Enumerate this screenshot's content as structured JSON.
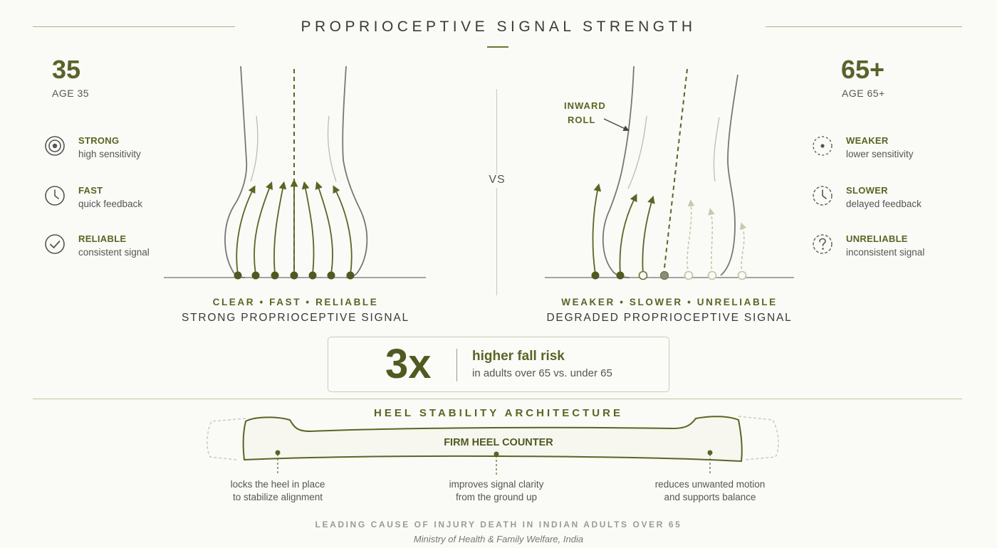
{
  "title": "PROPRIOCEPTIVE SIGNAL STRENGTH",
  "left": {
    "age": "35",
    "age_label": "AGE 35",
    "features": [
      {
        "title": "STRONG",
        "subtitle": "high sensitivity",
        "icon": "target-icon"
      },
      {
        "title": "FAST",
        "subtitle": "quick feedback",
        "icon": "clock-icon"
      },
      {
        "title": "RELIABLE",
        "subtitle": "consistent signal",
        "icon": "check-circle-icon"
      }
    ],
    "tags": "CLEAR • FAST • RELIABLE",
    "caption": "STRONG PROPRIOCEPTIVE SIGNAL"
  },
  "vs": "VS",
  "right": {
    "age": "65+",
    "age_label": "AGE 65+",
    "annotation_line1": "INWARD",
    "annotation_line2": "ROLL",
    "features": [
      {
        "title": "WEAKER",
        "subtitle": "lower sensitivity",
        "icon": "dotted-target-icon"
      },
      {
        "title": "SLOWER",
        "subtitle": "delayed feedback",
        "icon": "dotted-clock-icon"
      },
      {
        "title": "UNRELIABLE",
        "subtitle": "inconsistent signal",
        "icon": "question-circle-icon"
      }
    ],
    "tags": "WEAKER • SLOWER • UNRELIABLE",
    "caption": "DEGRADED PROPRIOCEPTIVE SIGNAL"
  },
  "stat": {
    "number": "3x",
    "headline": "higher fall risk",
    "detail": "in adults over 65 vs. under 65"
  },
  "heel": {
    "title": "HEEL STABILITY ARCHITECTURE",
    "counter_label": "FIRM HEEL COUNTER",
    "notes": [
      {
        "line1": "locks the heel in place",
        "line2": "to stabilize alignment"
      },
      {
        "line1": "improves signal clarity",
        "line2": "from the ground up"
      },
      {
        "line1": "reduces unwanted motion",
        "line2": "and supports balance"
      }
    ]
  },
  "footer": {
    "main": "LEADING CAUSE OF INJURY DEATH IN INDIAN ADULTS OVER 65",
    "source": "Ministry of Health & Family Welfare, India"
  },
  "colors": {
    "olive": "#5a6524",
    "olive_dark": "#4f5a21",
    "faded": "#c9c7ad",
    "rule": "#aeb388",
    "line_grey": "#888888"
  }
}
